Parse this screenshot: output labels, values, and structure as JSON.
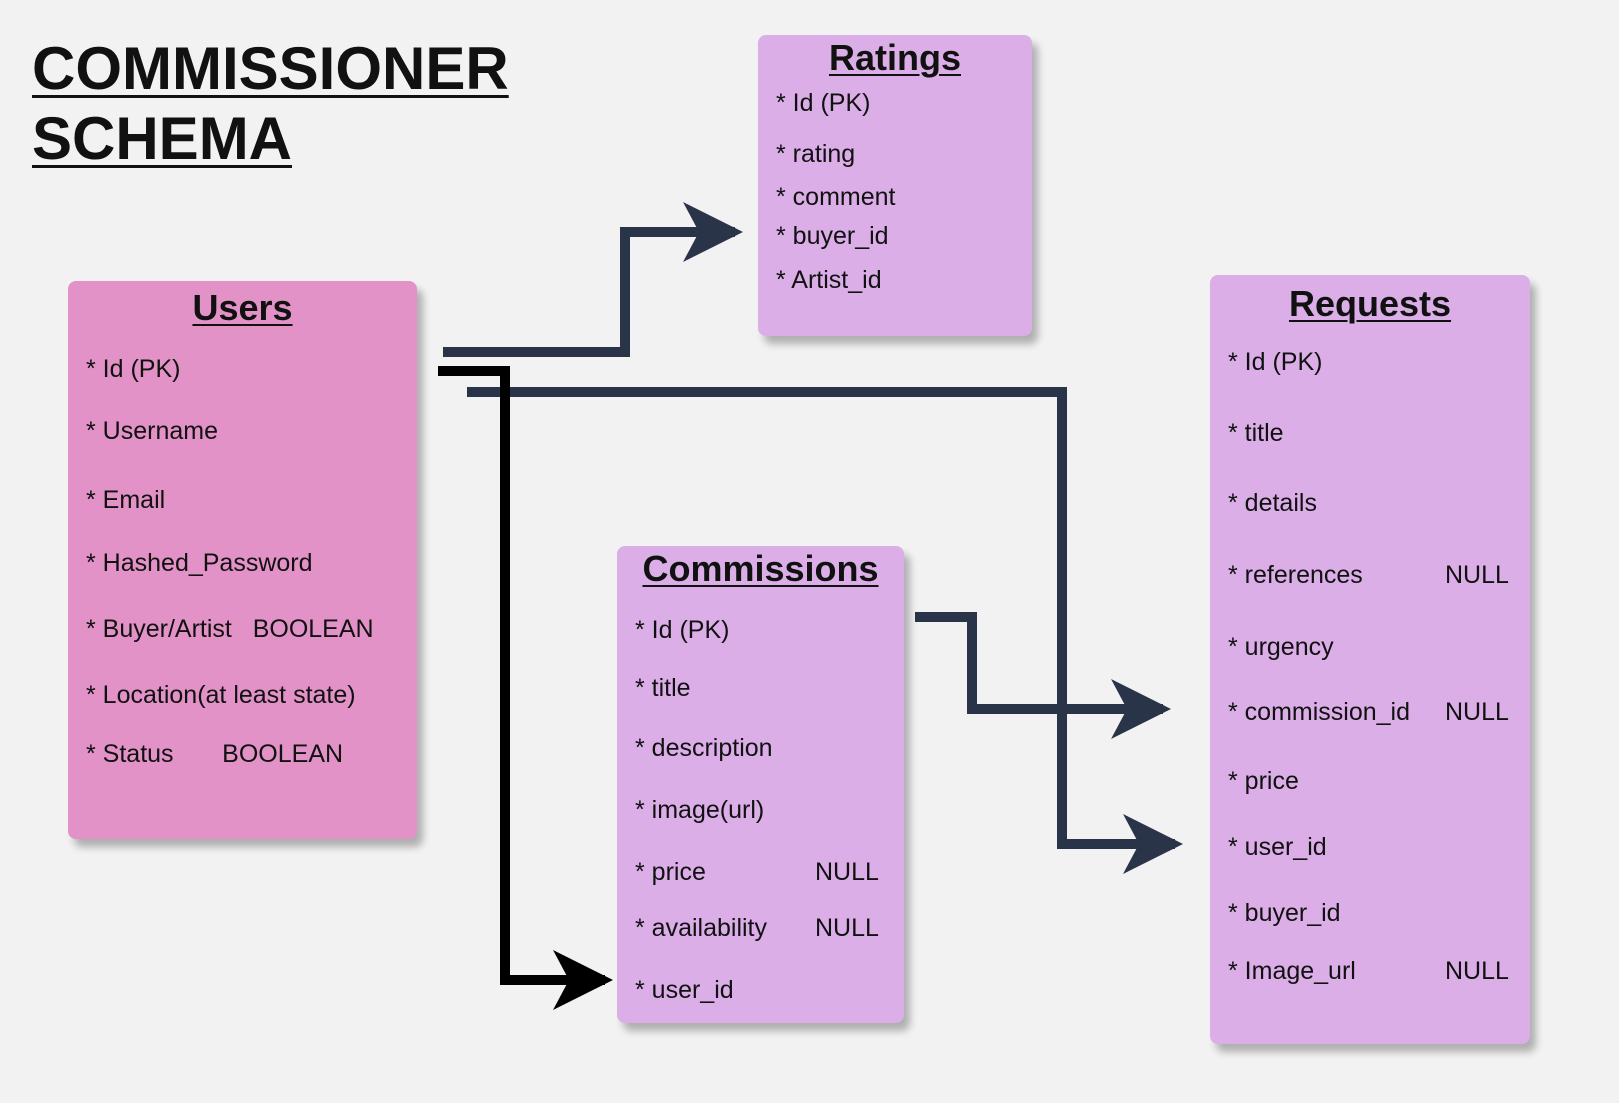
{
  "title": {
    "line1": "COMMISSIONER",
    "line2": "SCHEMA"
  },
  "tables": {
    "users": {
      "name": "Users",
      "fields": [
        "* Id (PK)",
        "* Username",
        "* Email",
        "* Hashed_Password",
        "* Buyer/Artist   BOOLEAN",
        "* Location(at least state)",
        "* Status       BOOLEAN"
      ]
    },
    "ratings": {
      "name": "Ratings",
      "fields": [
        "* Id (PK)",
        "* rating",
        "* comment",
        "* buyer_id",
        "* Artist_id"
      ]
    },
    "commissions": {
      "name": "Commissions",
      "fields": [
        "* Id (PK)",
        "* title",
        "* description",
        "* image(url)",
        "* price",
        "* availability",
        "* user_id"
      ],
      "null_label": "NULL"
    },
    "requests": {
      "name": "Requests",
      "fields": [
        "* Id (PK)",
        "* title",
        "* details",
        "* references",
        "* urgency",
        "* commission_id",
        "* price",
        "* user_id",
        "* buyer_id",
        "* Image_url"
      ],
      "null_label": "NULL"
    }
  },
  "colors": {
    "users_bg": "#e292c7",
    "table_bg": "#dbaee8",
    "connector": "#2a3448",
    "connector_dark": "#000000"
  }
}
